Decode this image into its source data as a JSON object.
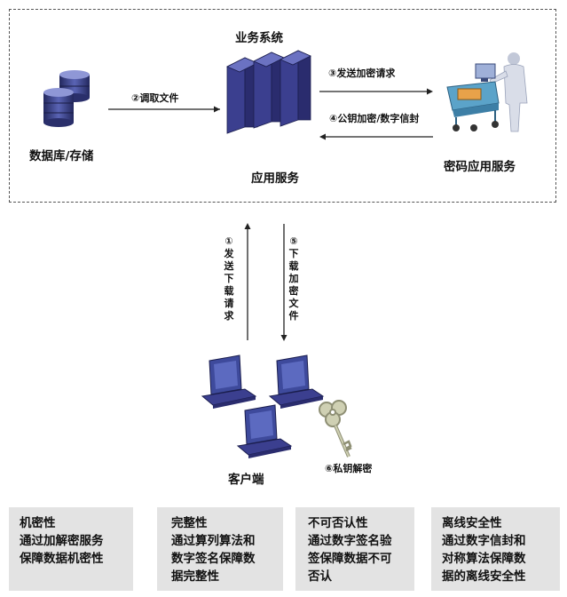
{
  "system": {
    "title": "业务系统",
    "database_label": "数据库/存储",
    "app_service_label": "应用服务",
    "crypto_service_label": "密码应用服务",
    "fetch_file_label": "②调取文件",
    "send_encrypt_label": "③发送加密请求",
    "envelope_label": "④公钥加密/数字信封"
  },
  "flow": {
    "download_request": "①发送下载请求",
    "download_file": "⑤下载加密文件",
    "decrypt_label": "⑥私钥解密",
    "client_label": "客户端"
  },
  "cards": [
    {
      "title": "机密性",
      "lines": [
        "通过加解密服务",
        "保障数据机密性"
      ]
    },
    {
      "title": "完整性",
      "lines": [
        "通过算列算法和",
        "数字签名保障数",
        "据完整性"
      ]
    },
    {
      "title": "不可否认性",
      "lines": [
        "通过数字签名验",
        "签保障数据不可",
        "否认"
      ]
    },
    {
      "title": "离线安全性",
      "lines": [
        "通过数字信封和",
        "对称算法保障数",
        "据的离线安全性"
      ]
    }
  ],
  "colors": {
    "server": "#3b3f8f",
    "server_dark": "#2a2c6e",
    "monitor": "#3e4a9c",
    "key": "#b8b99a",
    "card_bg": "#e3e3e3"
  }
}
